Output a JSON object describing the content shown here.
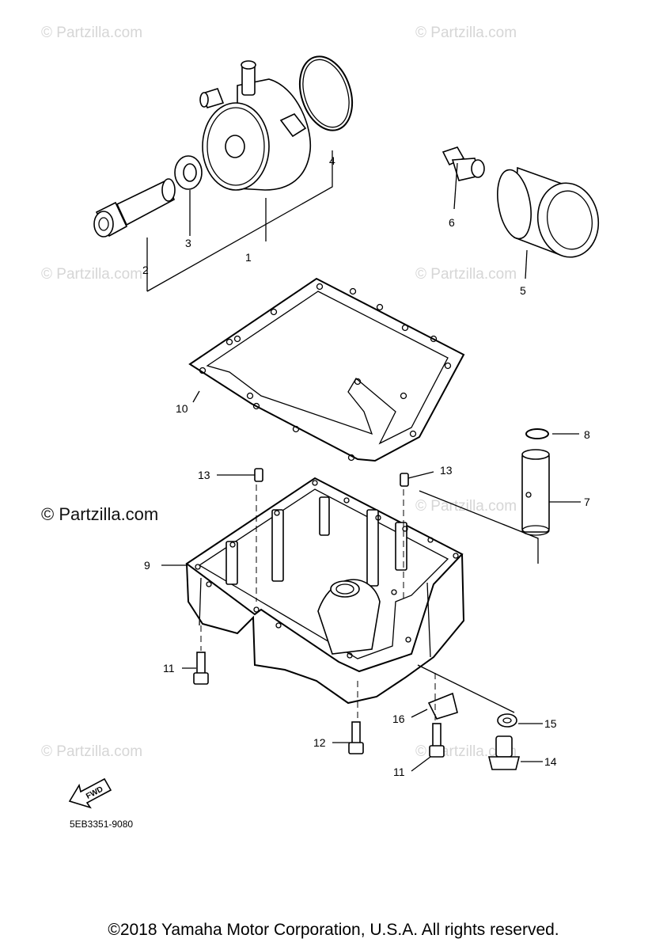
{
  "watermarks": {
    "small": "© Partzilla.com",
    "large": "© Partzilla.com"
  },
  "callouts": [
    "1",
    "2",
    "3",
    "4",
    "5",
    "6",
    "7",
    "8",
    "9",
    "10",
    "11",
    "11",
    "12",
    "13",
    "13",
    "14",
    "15",
    "16"
  ],
  "arrow_label": "FWD",
  "diagram_ref": "5EB3351-9080",
  "copyright": "©2018 Yamaha Motor Corporation, U.S.A. All rights reserved."
}
